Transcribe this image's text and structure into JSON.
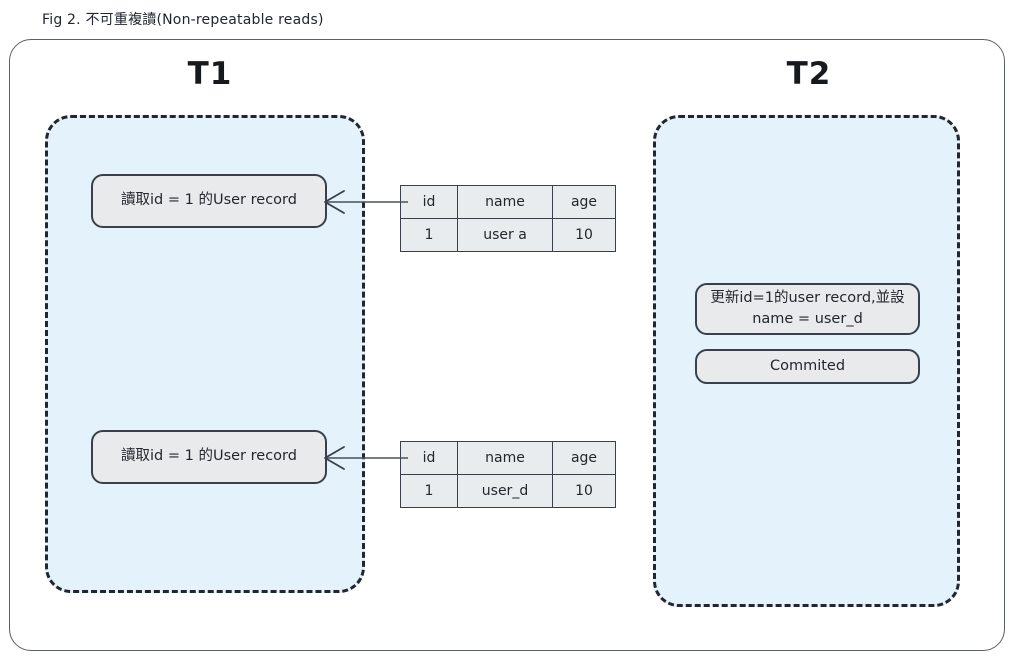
{
  "figure": {
    "caption": "Fig 2. 不可重複讀(Non-repeatable reads)"
  },
  "colors": {
    "lane_fill": "#e4f2fc",
    "lane_border": "#22272e",
    "step_fill": "#e9eaec",
    "step_border": "#3a4049",
    "table_fill": "#e8ecef",
    "table_border": "#3a4049",
    "frame_border": "#5a5f66",
    "arrow": "#4a5159",
    "text": "#22272e",
    "background": "#ffffff"
  },
  "transactions": [
    {
      "id": "t1",
      "title": "T1",
      "steps": [
        {
          "name": "read-1",
          "lines": [
            "讀取id = 1 的User record"
          ]
        },
        {
          "name": "read-2",
          "lines": [
            "讀取id = 1 的User record"
          ]
        }
      ]
    },
    {
      "id": "t2",
      "title": "T2",
      "steps": [
        {
          "name": "update",
          "lines": [
            "更新id=1的user record,並設",
            "name = user_d"
          ]
        },
        {
          "name": "commit",
          "lines": [
            "Commited"
          ]
        }
      ]
    }
  ],
  "tables": {
    "columns": [
      "id",
      "name",
      "age"
    ],
    "before": {
      "label": "record-state-before-update",
      "row": [
        "1",
        "user a",
        "10"
      ]
    },
    "after": {
      "label": "record-state-after-update",
      "row": [
        "1",
        "user_d",
        "10"
      ]
    }
  },
  "arrows": [
    {
      "name": "arrow-table-to-read-1",
      "direction": "left"
    },
    {
      "name": "arrow-table-to-read-2",
      "direction": "left"
    }
  ]
}
